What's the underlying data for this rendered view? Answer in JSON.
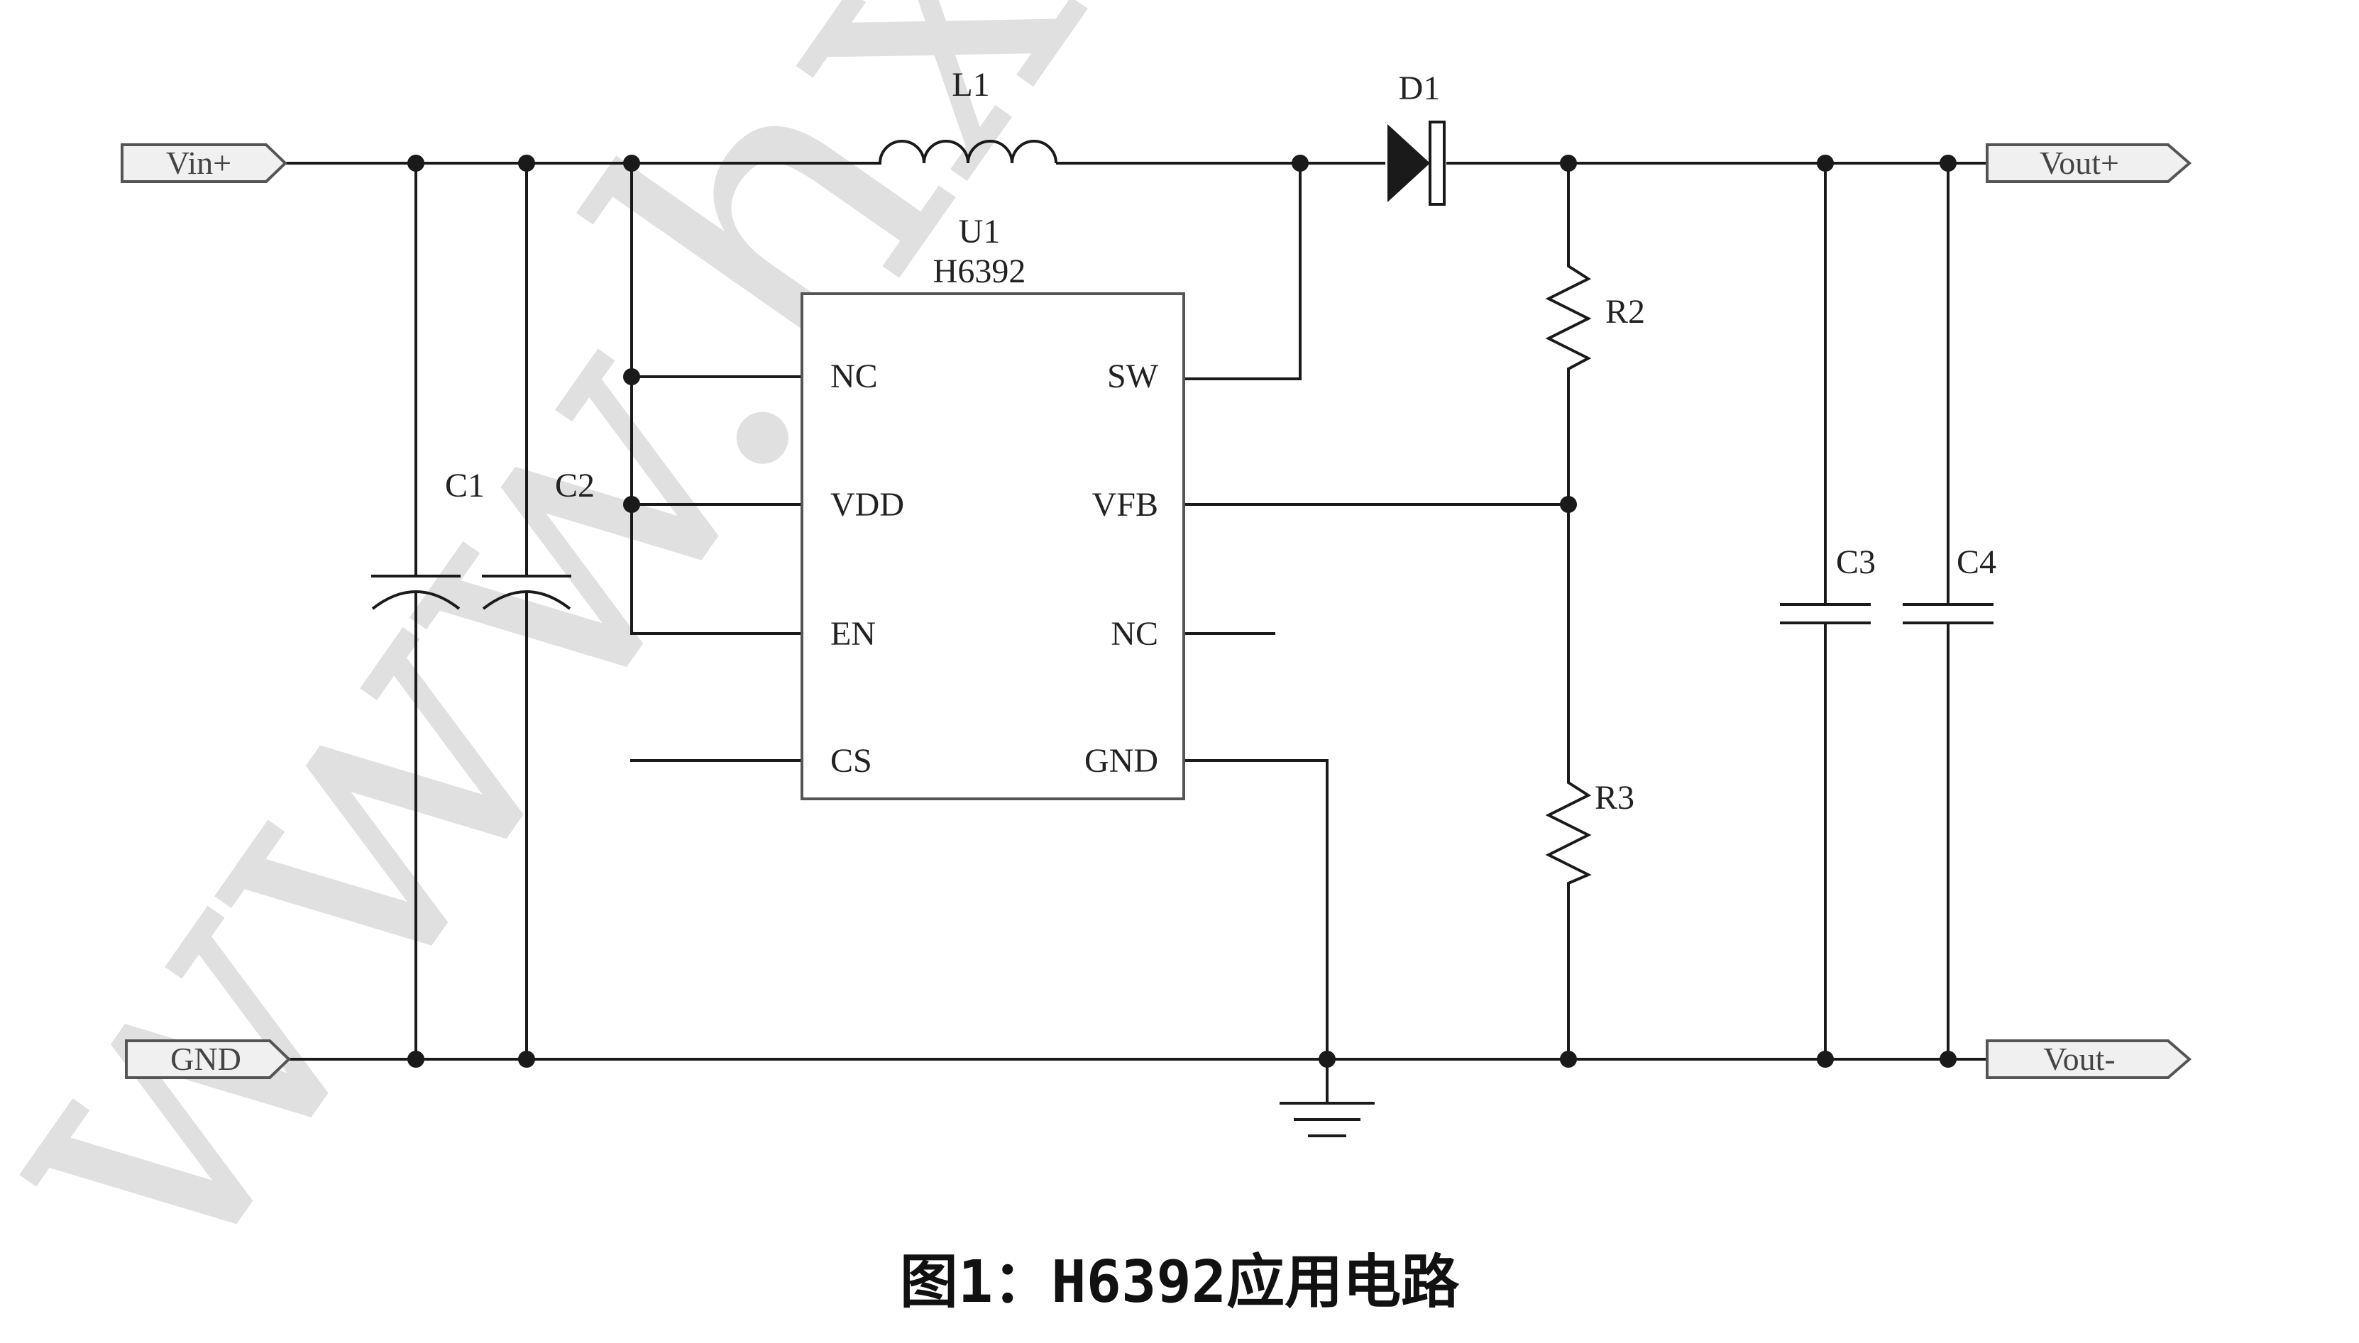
{
  "watermark": "www.hxc-i",
  "caption": "图1：H6392应用电路",
  "ports": {
    "vin": "Vin+",
    "gnd": "GND",
    "vout_pos": "Vout+",
    "vout_neg": "Vout-"
  },
  "components": {
    "inductor": "L1",
    "diode": "D1",
    "ic_ref": "U1",
    "ic_part": "H6392",
    "c1": "C1",
    "c2": "C2",
    "c3": "C3",
    "c4": "C4",
    "r2": "R2",
    "r3": "R3"
  },
  "ic_pins": {
    "left": [
      "NC",
      "VDD",
      "EN",
      "CS"
    ],
    "right": [
      "SW",
      "VFB",
      "NC",
      "GND"
    ]
  }
}
